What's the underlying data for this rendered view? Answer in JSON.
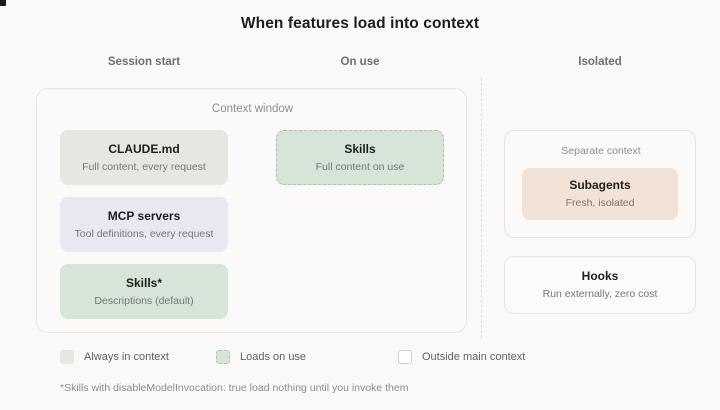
{
  "title": "When features load into context",
  "columns": [
    {
      "label": "Session start"
    },
    {
      "label": "On use"
    },
    {
      "label": "Isolated"
    }
  ],
  "context_window": {
    "label": "Context window",
    "session_start_cards": [
      {
        "title": "CLAUDE.md",
        "subtitle": "Full content, every request",
        "color": "#e7e7e2",
        "style": "solid"
      },
      {
        "title": "MCP servers",
        "subtitle": "Tool definitions, every request",
        "color": "#eae6f2",
        "style": "solid"
      },
      {
        "title": "Skills*",
        "subtitle": "Descriptions (default)",
        "color": "#d7e4d8",
        "style": "solid"
      }
    ],
    "on_use_cards": [
      {
        "title": "Skills",
        "subtitle": "Full content on use",
        "color": "#d7e4d8",
        "style": "dashed"
      }
    ]
  },
  "isolated": {
    "separate_context": {
      "label": "Separate context",
      "card": {
        "title": "Subagents",
        "subtitle": "Fresh, isolated",
        "color": "#f3e3d6"
      }
    },
    "hooks_card": {
      "title": "Hooks",
      "subtitle": "Run externally, zero cost",
      "color": "#fcfbfa"
    }
  },
  "legend": [
    {
      "label": "Always in context",
      "swatch": "always"
    },
    {
      "label": "Loads on use",
      "swatch": "onuse"
    },
    {
      "label": "Outside main context",
      "swatch": "outside"
    }
  ],
  "footnote": "*Skills with disableModelInvocation: true load nothing until you invoke them"
}
